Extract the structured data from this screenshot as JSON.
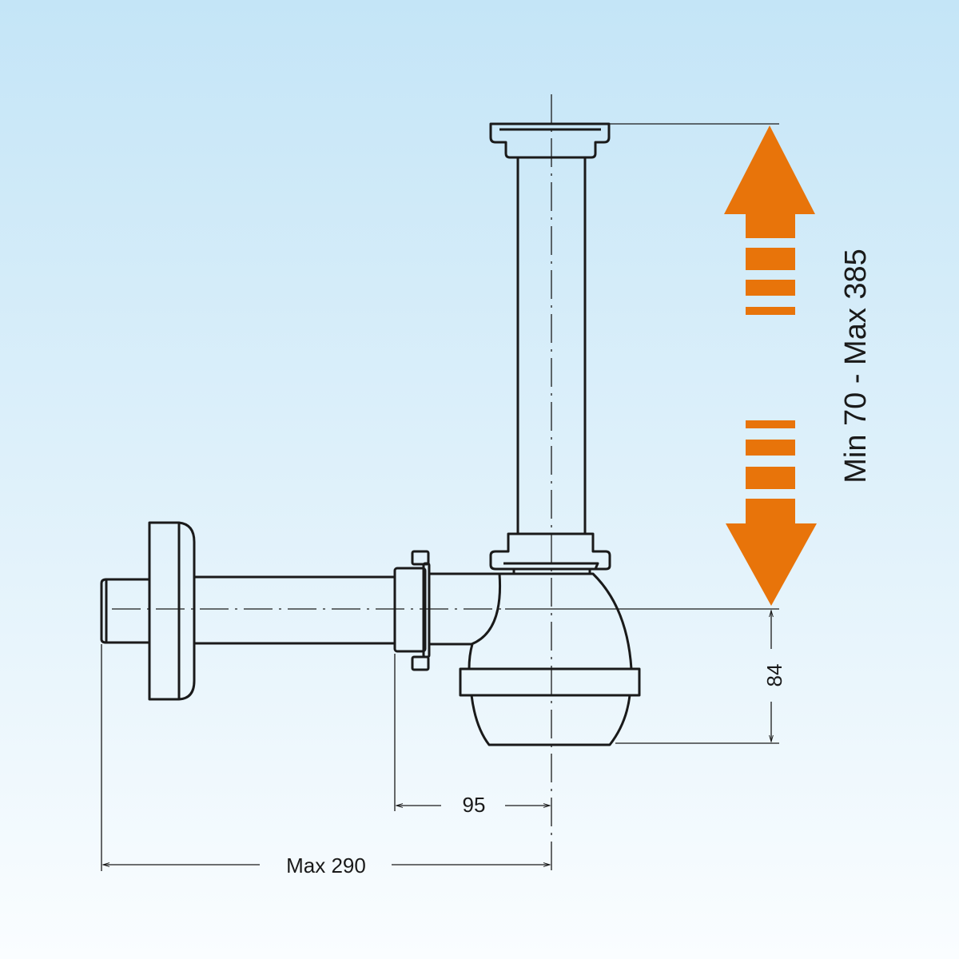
{
  "dimensions": {
    "height_range": "Min 70 - Max 385",
    "trap_depth": "84",
    "offset": "95",
    "max_projection": "Max 290"
  },
  "colors": {
    "arrow": "#e8740a",
    "line": "#1a1a1a"
  },
  "icons": [
    "adjust-up-arrow-icon",
    "adjust-down-arrow-icon"
  ]
}
